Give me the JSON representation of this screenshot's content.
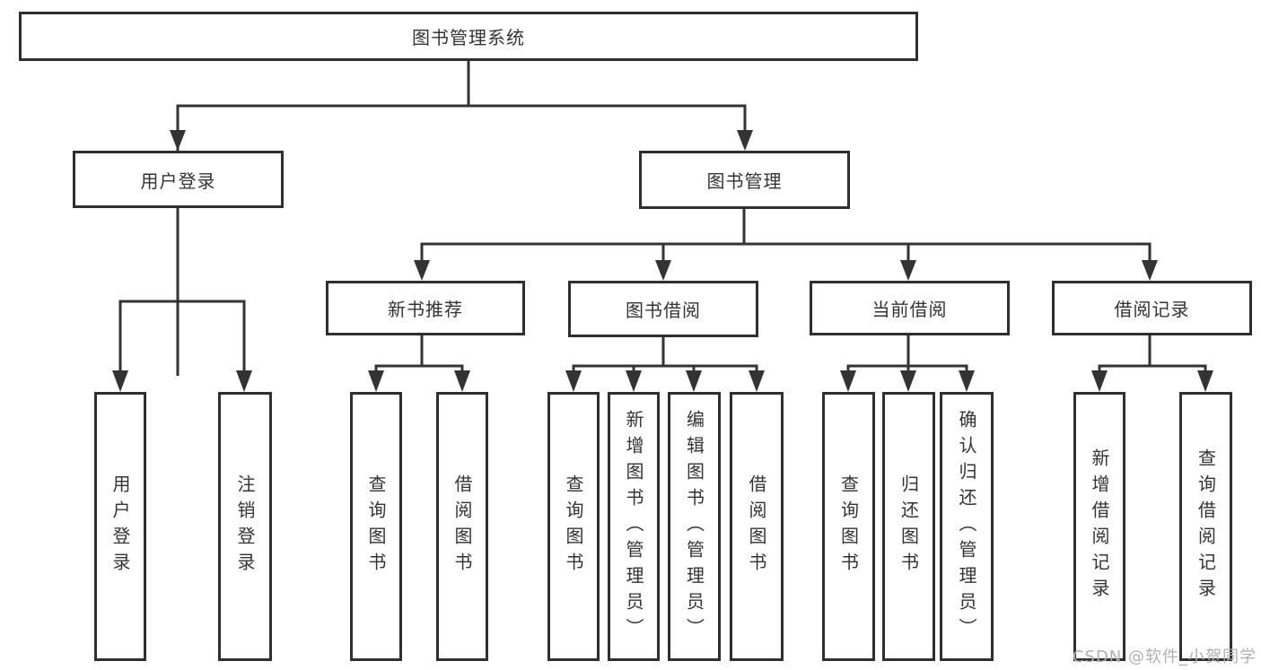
{
  "tree": {
    "label": "图书管理系统",
    "children": [
      {
        "label": "用户登录",
        "children": [
          {
            "label": "用户登录"
          },
          {
            "label": "注销登录"
          }
        ]
      },
      {
        "label": "图书管理",
        "children": [
          {
            "label": "新书推荐",
            "children": [
              {
                "label": "查询图书"
              },
              {
                "label": "借阅图书"
              }
            ]
          },
          {
            "label": "图书借阅",
            "children": [
              {
                "label": "查询图书"
              },
              {
                "label": "新增图书（管理员）"
              },
              {
                "label": "编辑图书（管理员）"
              },
              {
                "label": "借阅图书"
              }
            ]
          },
          {
            "label": "当前借阅",
            "children": [
              {
                "label": "查询图书"
              },
              {
                "label": "归还图书"
              },
              {
                "label": "确认归还（管理员）"
              }
            ]
          },
          {
            "label": "借阅记录",
            "children": [
              {
                "label": "新增借阅记录"
              },
              {
                "label": "查询借阅记录"
              }
            ]
          }
        ]
      }
    ]
  },
  "watermark": {
    "text": "CSDN @软件_小贺同学"
  },
  "colors": {
    "line": "#333333",
    "box_border": "#2f2f2f",
    "box_background": "#ffffff",
    "text": "#333333",
    "watermark": "#b0b0b0",
    "page_background": "#ffffff"
  }
}
